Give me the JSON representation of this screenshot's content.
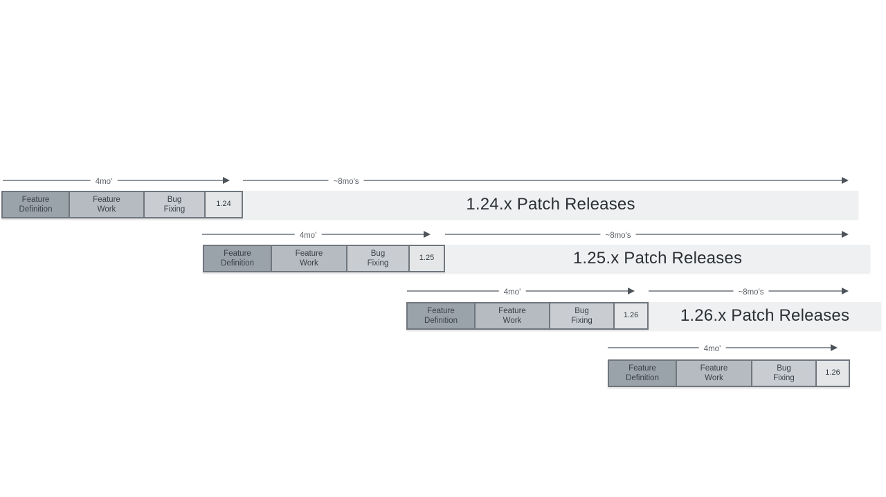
{
  "phases": {
    "definition": "Feature\nDefinition",
    "work": "Feature\nWork",
    "bugfix": "Bug\nFixing"
  },
  "durations": {
    "cycle": "4mo'",
    "patch": "~8mo's"
  },
  "releases": [
    {
      "version": "1.24",
      "patch_title": "1.24.x Patch Releases"
    },
    {
      "version": "1.25",
      "patch_title": "1.25.x Patch Releases"
    },
    {
      "version": "1.26",
      "patch_title": "1.26.x Patch Releases"
    },
    {
      "version": "1.26"
    }
  ],
  "colors": {
    "feature_definition": "#9aa2aa",
    "feature_work": "#b5bbc1",
    "bug_fixing": "#c9cdd2",
    "version_box": "#e4e6e8",
    "patch_bar": "#eff0f2",
    "box_border": "#70767d",
    "arrow_line": "#90959b",
    "arrowhead": "#4d5359"
  }
}
